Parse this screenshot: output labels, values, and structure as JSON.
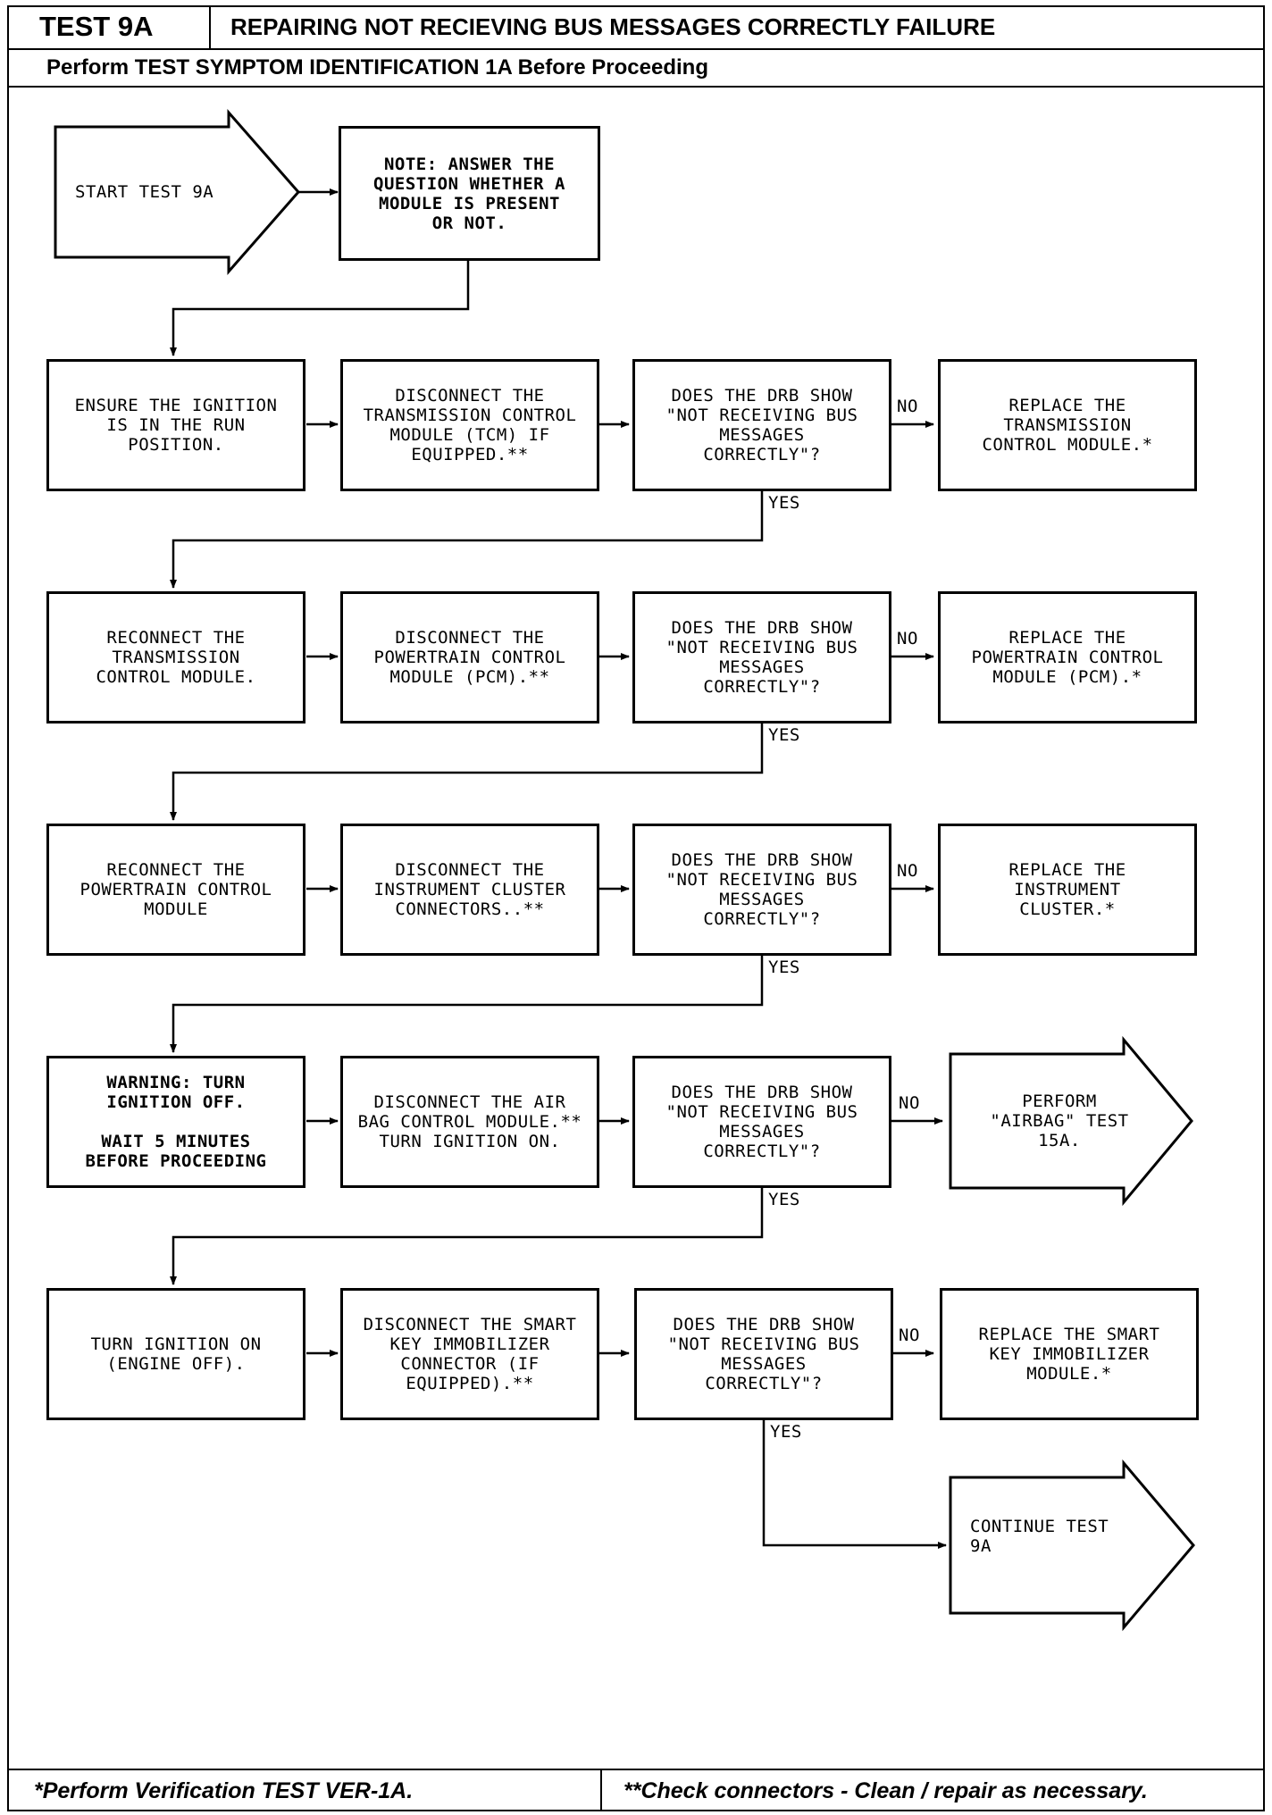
{
  "header": {
    "test_id": "TEST 9A",
    "title": "REPAIRING NOT RECIEVING BUS MESSAGES CORRECTLY FAILURE",
    "subtitle": "Perform TEST SYMPTOM IDENTIFICATION 1A Before Proceeding"
  },
  "flow": {
    "start": "START TEST 9A",
    "note": "NOTE: ANSWER THE\nQUESTION WHETHER A\nMODULE IS PRESENT\nOR NOT.",
    "row1": {
      "step": "ENSURE THE IGNITION\nIS IN THE RUN\nPOSITION.",
      "action": "DISCONNECT THE\nTRANSMISSION CONTROL\nMODULE (TCM) IF\nEQUIPPED.**",
      "question": "DOES THE DRB SHOW\n\"NOT RECEIVING BUS\nMESSAGES\nCORRECTLY\"?",
      "result": "REPLACE THE\nTRANSMISSION\nCONTROL MODULE.*"
    },
    "row2": {
      "step": "RECONNECT THE\nTRANSMISSION\nCONTROL MODULE.",
      "action": "DISCONNECT THE\nPOWERTRAIN CONTROL\nMODULE (PCM).**",
      "question": "DOES THE DRB SHOW\n\"NOT RECEIVING BUS\nMESSAGES\nCORRECTLY\"?",
      "result": "REPLACE THE\nPOWERTRAIN CONTROL\nMODULE (PCM).*"
    },
    "row3": {
      "step": "RECONNECT THE\nPOWERTRAIN CONTROL\nMODULE",
      "action": "DISCONNECT THE\nINSTRUMENT CLUSTER\nCONNECTORS..**",
      "question": "DOES THE DRB SHOW\n\"NOT RECEIVING BUS\nMESSAGES\nCORRECTLY\"?",
      "result": "REPLACE THE\nINSTRUMENT\nCLUSTER.*"
    },
    "row4": {
      "step": "WARNING: TURN\nIGNITION OFF.\n\nWAIT 5 MINUTES\nBEFORE PROCEEDING",
      "action": "DISCONNECT THE AIR\nBAG CONTROL MODULE.**\nTURN IGNITION ON.",
      "question": "DOES THE DRB SHOW\n\"NOT RECEIVING BUS\nMESSAGES\nCORRECTLY\"?",
      "result": "PERFORM\n\"AIRBAG\" TEST\n15A."
    },
    "row5": {
      "step": "TURN IGNITION ON\n(ENGINE OFF).",
      "action": "DISCONNECT THE SMART\nKEY IMMOBILIZER\nCONNECTOR (IF\nEQUIPPED).**",
      "question": "DOES THE DRB SHOW\n\"NOT RECEIVING BUS\nMESSAGES\nCORRECTLY\"?",
      "result": "REPLACE THE SMART\nKEY IMMOBILIZER\nMODULE.*"
    },
    "continue": "CONTINUE TEST\n9A",
    "yes_label": "YES",
    "no_label": "NO"
  },
  "footer": {
    "left": "*Perform Verification TEST VER-1A.",
    "right": "**Check connectors - Clean / repair as necessary."
  }
}
